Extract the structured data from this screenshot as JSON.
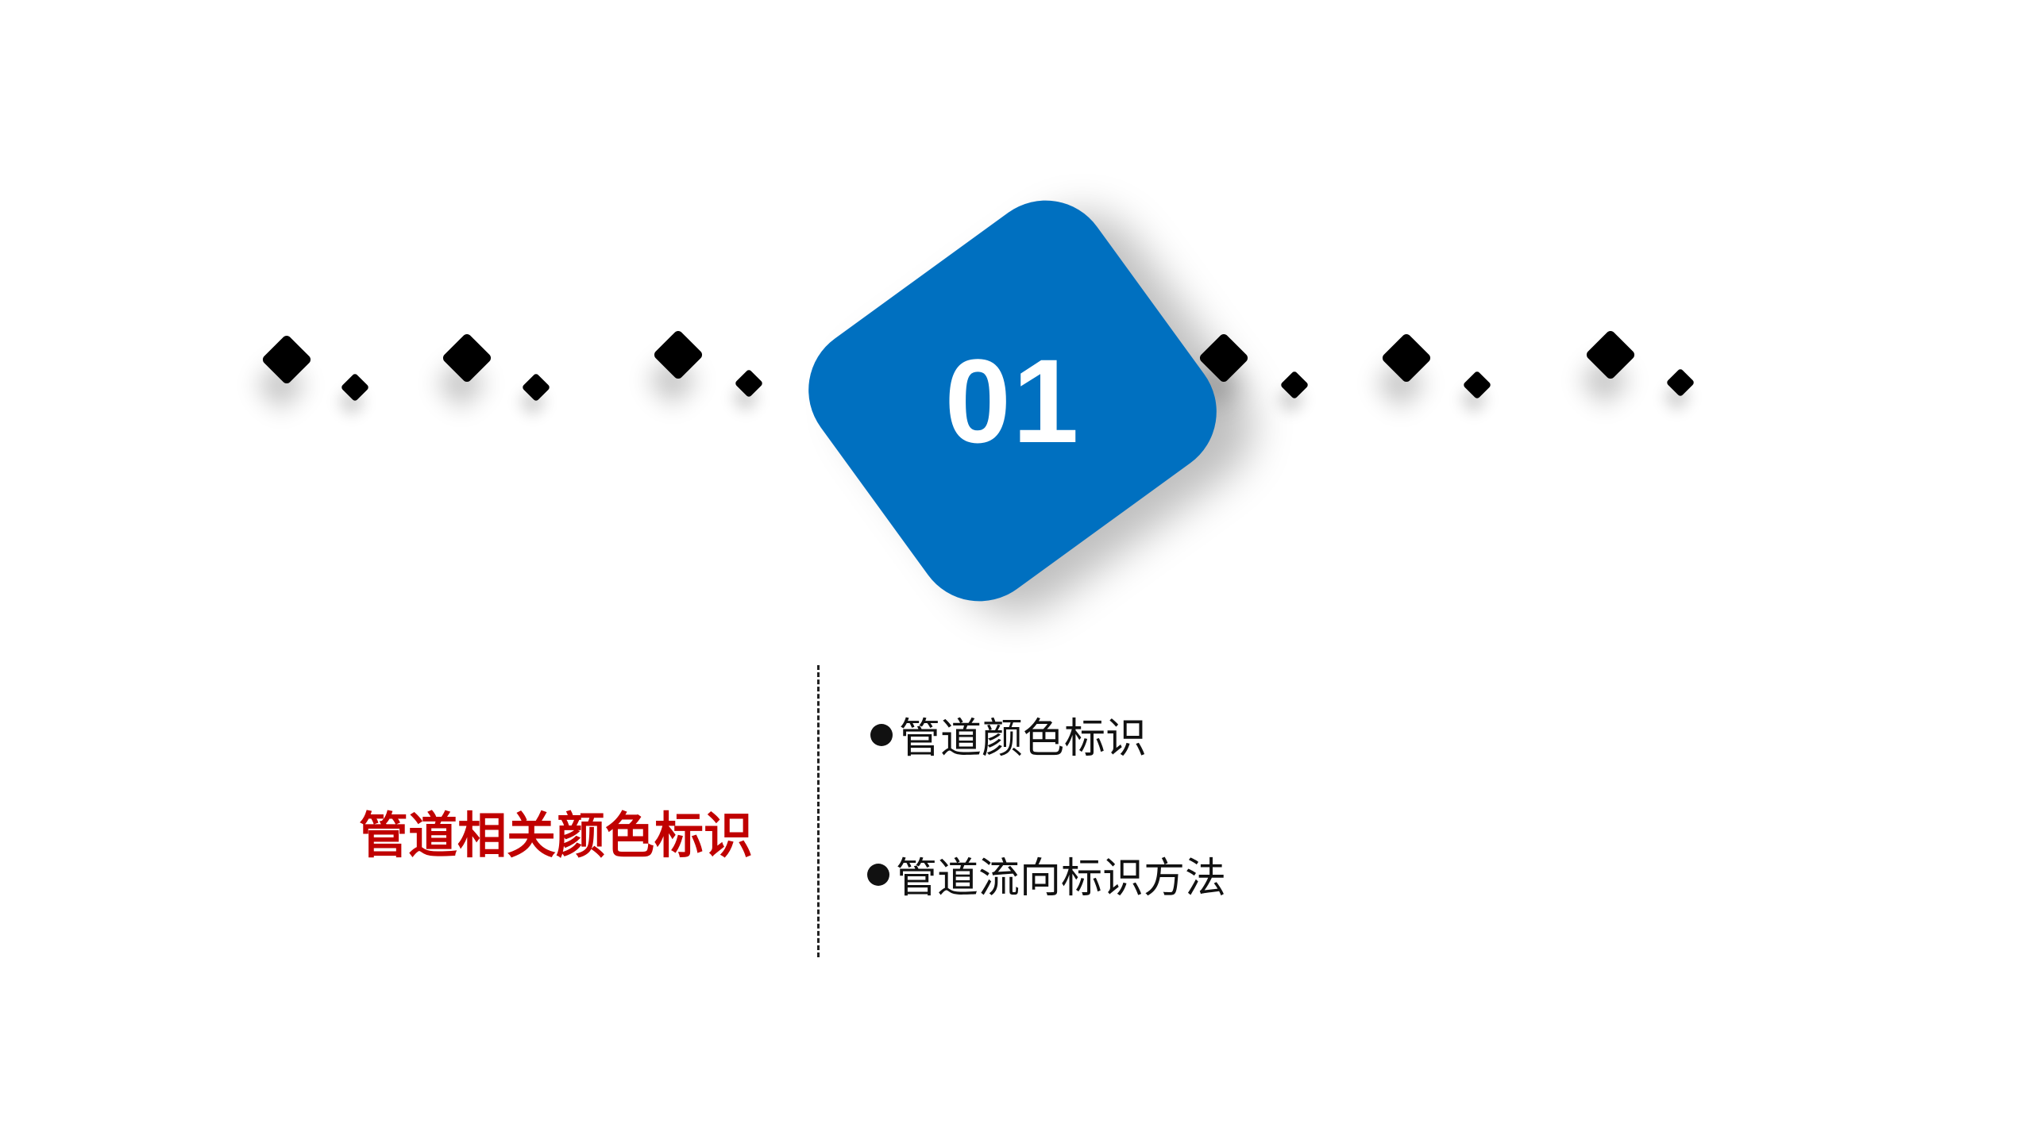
{
  "section": {
    "number": "01",
    "title": "管道相关颜色标识",
    "items": [
      {
        "label": "管道颜色标识"
      },
      {
        "label": "管道流向标识方法"
      }
    ]
  },
  "colors": {
    "accent_blue": "#0070C0",
    "title_red": "#C00000",
    "diamond_black": "#000000",
    "text_dark": "#111111"
  },
  "decoration": {
    "diamond_pairs": 6,
    "diamond_icon": "diamond-shape"
  }
}
